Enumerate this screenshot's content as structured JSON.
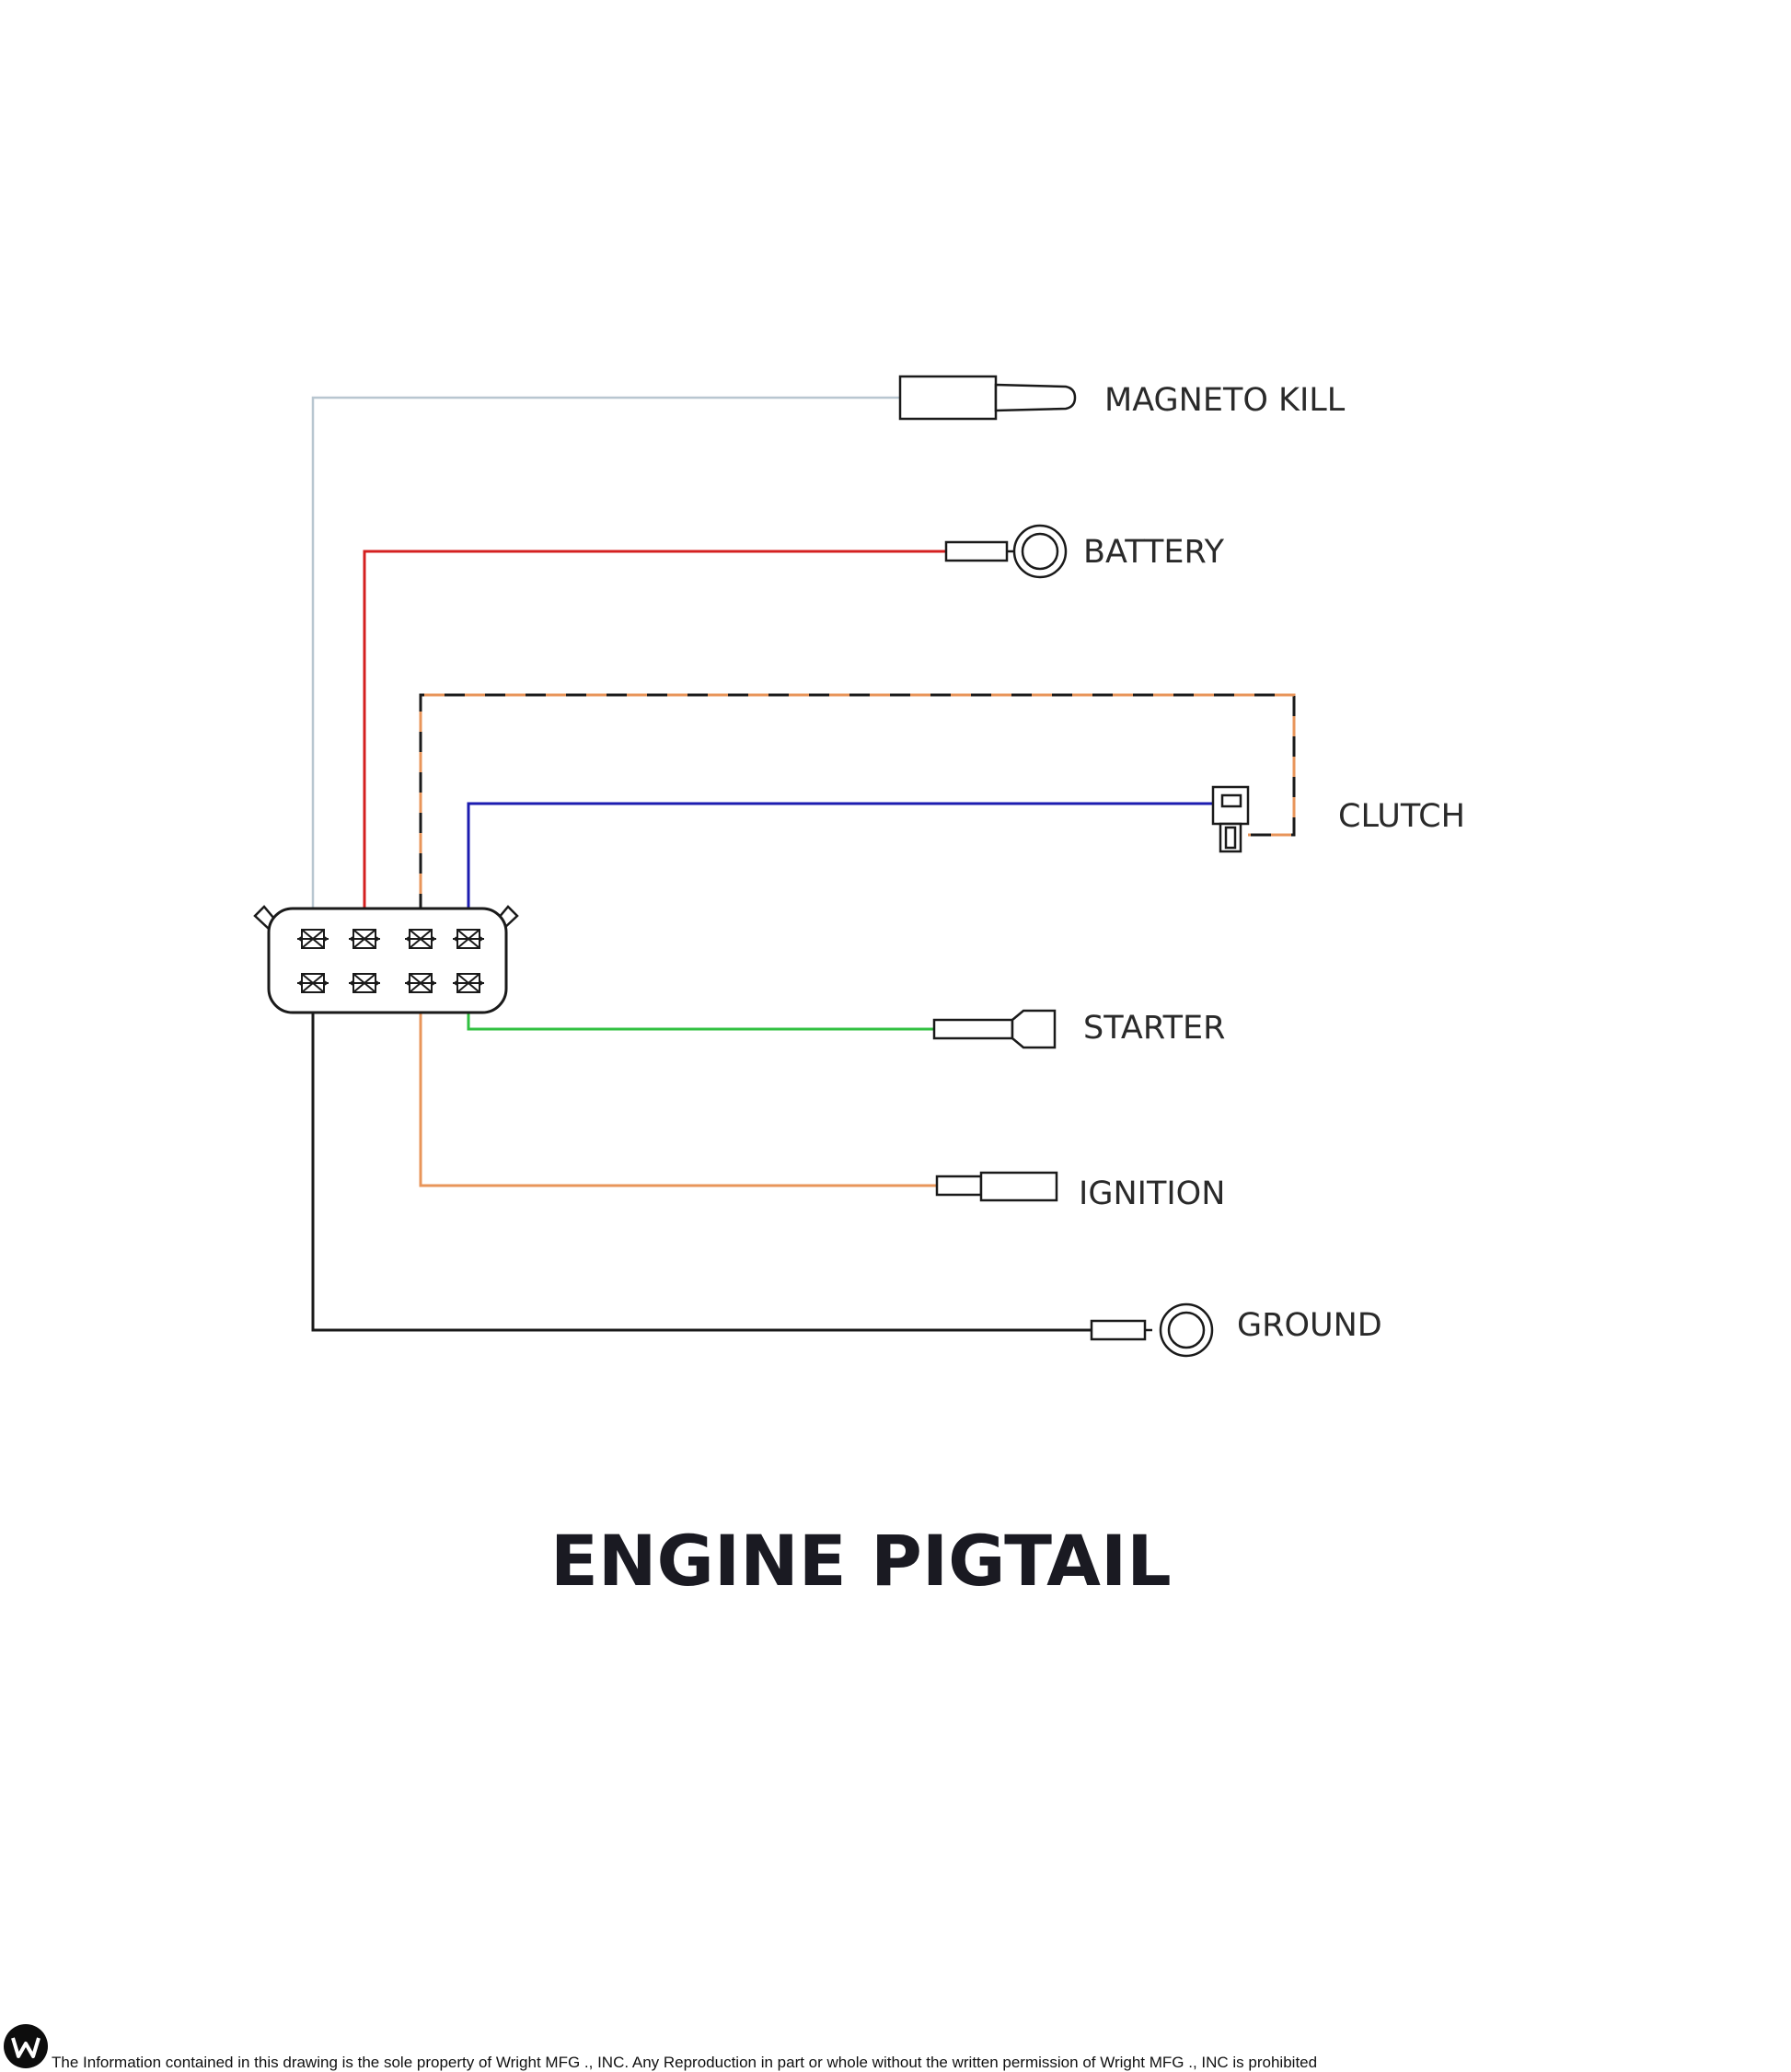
{
  "title": "ENGINE PIGTAIL",
  "footer": {
    "text": "The Information contained in this drawing is the sole property of Wright MFG ., INC. Any Reproduction in part or whole without the written permission of Wright MFG ., INC is prohibited",
    "logo": "wright-mfg-w-logo"
  },
  "connector": {
    "pins": 8,
    "rows": 2,
    "columns": 4
  },
  "wires": [
    {
      "label": "MAGNETO KILL",
      "color": "#b8c6d0",
      "terminal": "bullet-plug",
      "pin": "top-1"
    },
    {
      "label": "BATTERY",
      "color": "#d42020",
      "terminal": "ring",
      "pin": "top-2"
    },
    {
      "label": "CLUTCH",
      "color": "#e8955a",
      "style": "dashed black/orange",
      "terminal": "clutch-plug",
      "pin": "top-3"
    },
    {
      "label": "CLUTCH",
      "color": "#1c1cb0",
      "terminal": "clutch-plug",
      "pin": "top-4"
    },
    {
      "label": "STARTER",
      "color": "#30c040",
      "terminal": "spade",
      "pin": "bottom-4"
    },
    {
      "label": "IGNITION",
      "color": "#e8955a",
      "terminal": "bullet",
      "pin": "bottom-3"
    },
    {
      "label": "GROUND",
      "color": "#1a1a1a",
      "terminal": "ring",
      "pin": "bottom-1"
    }
  ],
  "labels": {
    "magneto_kill": "MAGNETO KILL",
    "battery": "BATTERY",
    "clutch": "CLUTCH",
    "starter": "STARTER",
    "ignition": "IGNITION",
    "ground": "GROUND"
  }
}
